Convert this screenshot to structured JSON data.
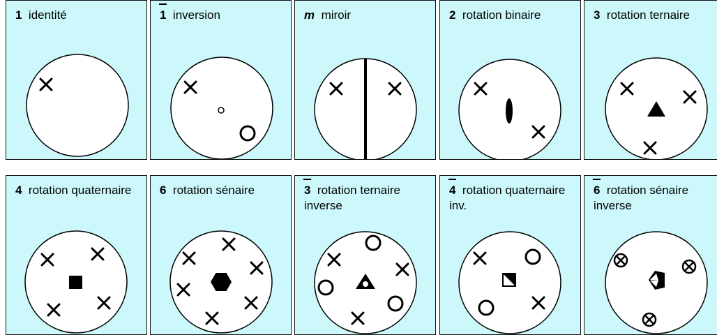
{
  "panels": [
    {
      "symbol": "1",
      "symbol_style": "plain",
      "label": "identité"
    },
    {
      "symbol": "1",
      "symbol_style": "bar",
      "label": "inversion"
    },
    {
      "symbol": "m",
      "symbol_style": "italic",
      "label": "miroir"
    },
    {
      "symbol": "2",
      "symbol_style": "plain",
      "label": "rotation binaire"
    },
    {
      "symbol": "3",
      "symbol_style": "plain",
      "label": "rotation ternaire"
    },
    {
      "symbol": "4",
      "symbol_style": "plain",
      "label": "rotation quaternaire"
    },
    {
      "symbol": "6",
      "symbol_style": "plain",
      "label": "rotation sénaire"
    },
    {
      "symbol": "3",
      "symbol_style": "bar",
      "label": "rotation ternaire inverse"
    },
    {
      "symbol": "4",
      "symbol_style": "bar",
      "label": "rotation quaternaire inv."
    },
    {
      "symbol": "6",
      "symbol_style": "bar",
      "label": "rotation sénaire inverse"
    }
  ],
  "colors": {
    "panel_background": "#ccf8fb",
    "ink": "#000000",
    "circle_fill": "#ffffff"
  },
  "marker_names": [
    "cross",
    "small-circle",
    "open-circle",
    "circle-cross",
    "mirror-line",
    "ellipse",
    "triangle",
    "square",
    "hexagon",
    "triangle-with-dot",
    "split-square",
    "pentagon-split"
  ]
}
